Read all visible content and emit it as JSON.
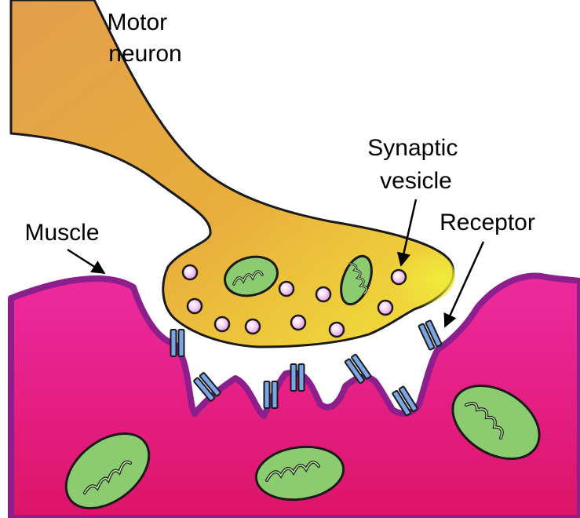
{
  "labels": {
    "motor_neuron": [
      "Motor",
      "neuron"
    ],
    "synaptic_vesicle": [
      "Synaptic",
      "vesicle"
    ],
    "receptor": "Receptor",
    "muscle": "Muscle"
  },
  "colors": {
    "neuron_fill": "#e8a844",
    "neuron_highlight": "#f2e23c",
    "muscle_fill": "#e81e8c",
    "muscle_outline": "#8c1f8c",
    "mitochondria_fill": "#8ccc70",
    "vesicle_fill": "#f5c4ec",
    "receptor_fill": "#7ba6e6"
  }
}
